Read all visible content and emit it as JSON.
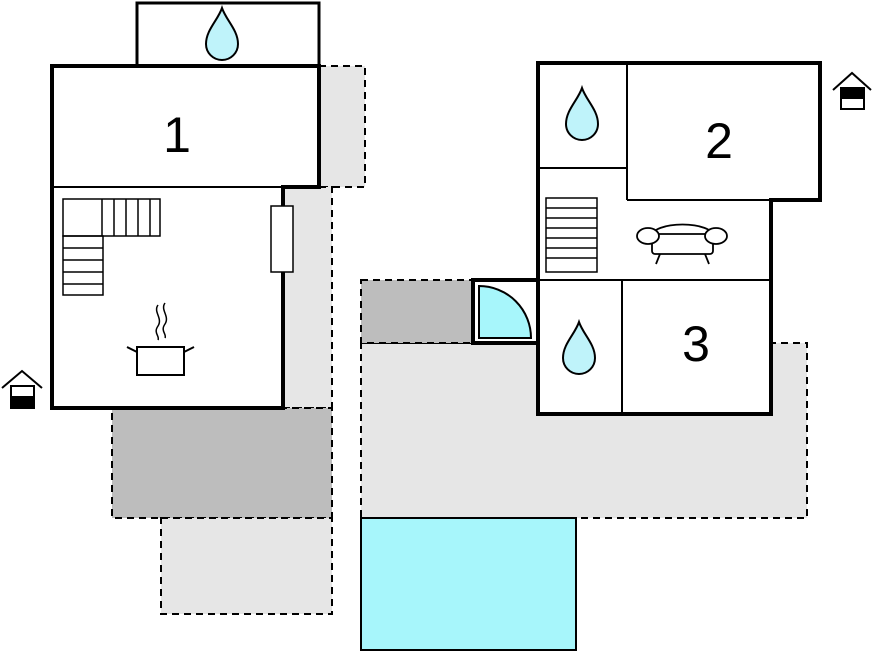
{
  "rooms": [
    {
      "label": "1"
    },
    {
      "label": "2"
    },
    {
      "label": "3"
    }
  ],
  "colors": {
    "wall": "#000000",
    "terrace_light": "#e6e6e6",
    "terrace_dark": "#bdbdbd",
    "water": "#bff3fa",
    "pool": "#a7f6fb",
    "background": "#ffffff"
  },
  "icons": [
    "water-drop-icon",
    "stairs-icon",
    "cooking-pot-icon",
    "sofa-icon",
    "door-icon",
    "entrance-house-icon"
  ]
}
